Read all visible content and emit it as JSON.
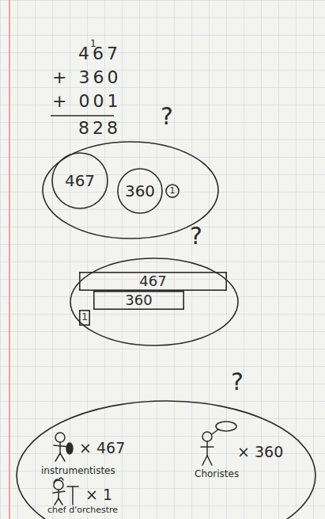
{
  "diagram": {
    "nodes": [
      {
        "text": [
          "?"
        ]
      },
      {
        "text": [
          "467"
        ],
        "in": 0
      },
      {
        "text": [
          "360"
        ],
        "in": 0
      },
      {
        "text": [
          "1"
        ],
        "in": 0
      },
      {
        "text": [
          "?"
        ]
      },
      {
        "text": [
          "467"
        ],
        "in": 4
      },
      {
        "text": [
          "360"
        ],
        "in": 4
      },
      {
        "text": [
          "1"
        ],
        "in": 4
      },
      {
        "text": [
          "?"
        ]
      }
    ],
    "labels": [
      "1",
      "467",
      "+ 360",
      "+ 001",
      "828",
      "× 467",
      "instrumentistes",
      "× 360",
      "Choristes",
      "× 1",
      "chef d'orchestre"
    ]
  }
}
